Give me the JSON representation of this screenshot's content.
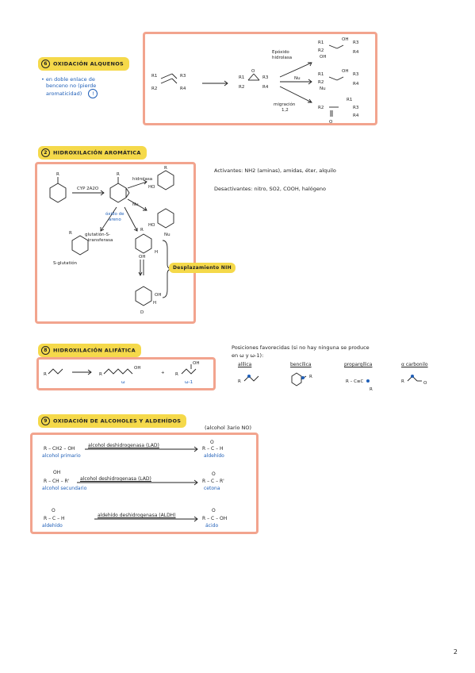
{
  "sections": {
    "s1": {
      "num": "6",
      "title": "OXIDACIÓN ALQUENOS",
      "note_lines": [
        "en doble enlace de",
        "benceno no (pierde",
        "aromaticidad)"
      ],
      "note_mark": "!",
      "labels": {
        "r1": "R1",
        "r2": "R2",
        "r3": "R3",
        "r4": "R4",
        "p_r1": "R1",
        "p_r2": "R2",
        "p_r3": "R3",
        "p_r4": "R4",
        "o": "O",
        "epoxido": "Epóxido",
        "hidrolasa": "hidrolasa",
        "nu": "Nu",
        "migracion": "migración",
        "de12": "1,2",
        "top_r1": "R1",
        "top_r2": "R2",
        "top_oh1": "OH",
        "top_oh2": "OH",
        "top_r3": "R3",
        "top_r4": "R4",
        "mid_r1": "R1",
        "mid_r2": "R2",
        "mid_oh": "OH",
        "mid_nu": "Nu",
        "mid_r3": "R3",
        "mid_r4": "R4",
        "bot_r2": "R2",
        "bot_r1": "R1",
        "bot_r3": "R3",
        "bot_r4": "R4",
        "bot_o": "O"
      }
    },
    "s2": {
      "num": "2",
      "title": "HIDROXILACIÓN AROMÁTICA",
      "activantes": "Activantes: NH2 (aminas), amidas, éter, alquilo",
      "desactivantes": "Desactivantes: nitro, SO2, COOH, halógeno",
      "labels": {
        "r": "R",
        "cyp": "CYP 2A2O",
        "hidrolasa": "hidrolasa",
        "oxido": "óxido de",
        "oxido2": "areno",
        "ho": "HO",
        "nu": "Nu",
        "glut1": "glutatión-S-",
        "glut2": "transferasa",
        "sglut": "S-glutatión",
        "desplaz": "Desplazamiento NIH",
        "h": "H",
        "oh": "OH",
        "d": "D"
      }
    },
    "s3": {
      "num": "8",
      "title": "HIDROXILACIÓN ALIFÁTICA",
      "intro_lines": [
        "Posiciones favorecidas (si no hay ninguna se produce",
        "en ω y ω-1):"
      ],
      "labels": {
        "r": "R",
        "oh": "OH",
        "plus": "+",
        "w": "ω",
        "w1": "ω-1"
      },
      "positions": [
        {
          "name": "alílica",
          "formula": "R"
        },
        {
          "name": "bencílica",
          "formula": "R"
        },
        {
          "name": "propargílica",
          "formula": "R – C≡C"
        },
        {
          "name": "α carbonilo",
          "formula": "R"
        }
      ],
      "prop_r": "R",
      "carb_o": "O"
    },
    "s4": {
      "num": "9",
      "title": "OXIDACIÓN DE ALCOHOLES Y ALDEHÍDOS",
      "note": "(alcohol 3ario NO)",
      "rows": [
        {
          "left": "R – CH2 – OH",
          "left_label": "alcohol primario",
          "enzyme": "alcohol deshidrogenasa (LAD)",
          "right": "R – C – H",
          "right_label": "aldehído",
          "right_top": "O",
          "left_top": ""
        },
        {
          "left": "R – CH – R'",
          "left_label": "alcohol secundario",
          "enzyme": "alcohol deshidrogenasa (LAD)",
          "right": "R – C – R'",
          "right_label": "cetona",
          "right_top": "O",
          "left_top": "OH"
        },
        {
          "left": "R – C – H",
          "left_label": "aldehído",
          "enzyme": "aldehído deshidrogenasa (ALDH)",
          "right": "R – C – OH",
          "right_label": "ácido",
          "right_top": "O",
          "left_top": "O"
        }
      ]
    }
  },
  "page_number": "2",
  "colors": {
    "highlight": "#f5d94a",
    "box": "#f2a48e",
    "blue": "#1f5fb8"
  }
}
